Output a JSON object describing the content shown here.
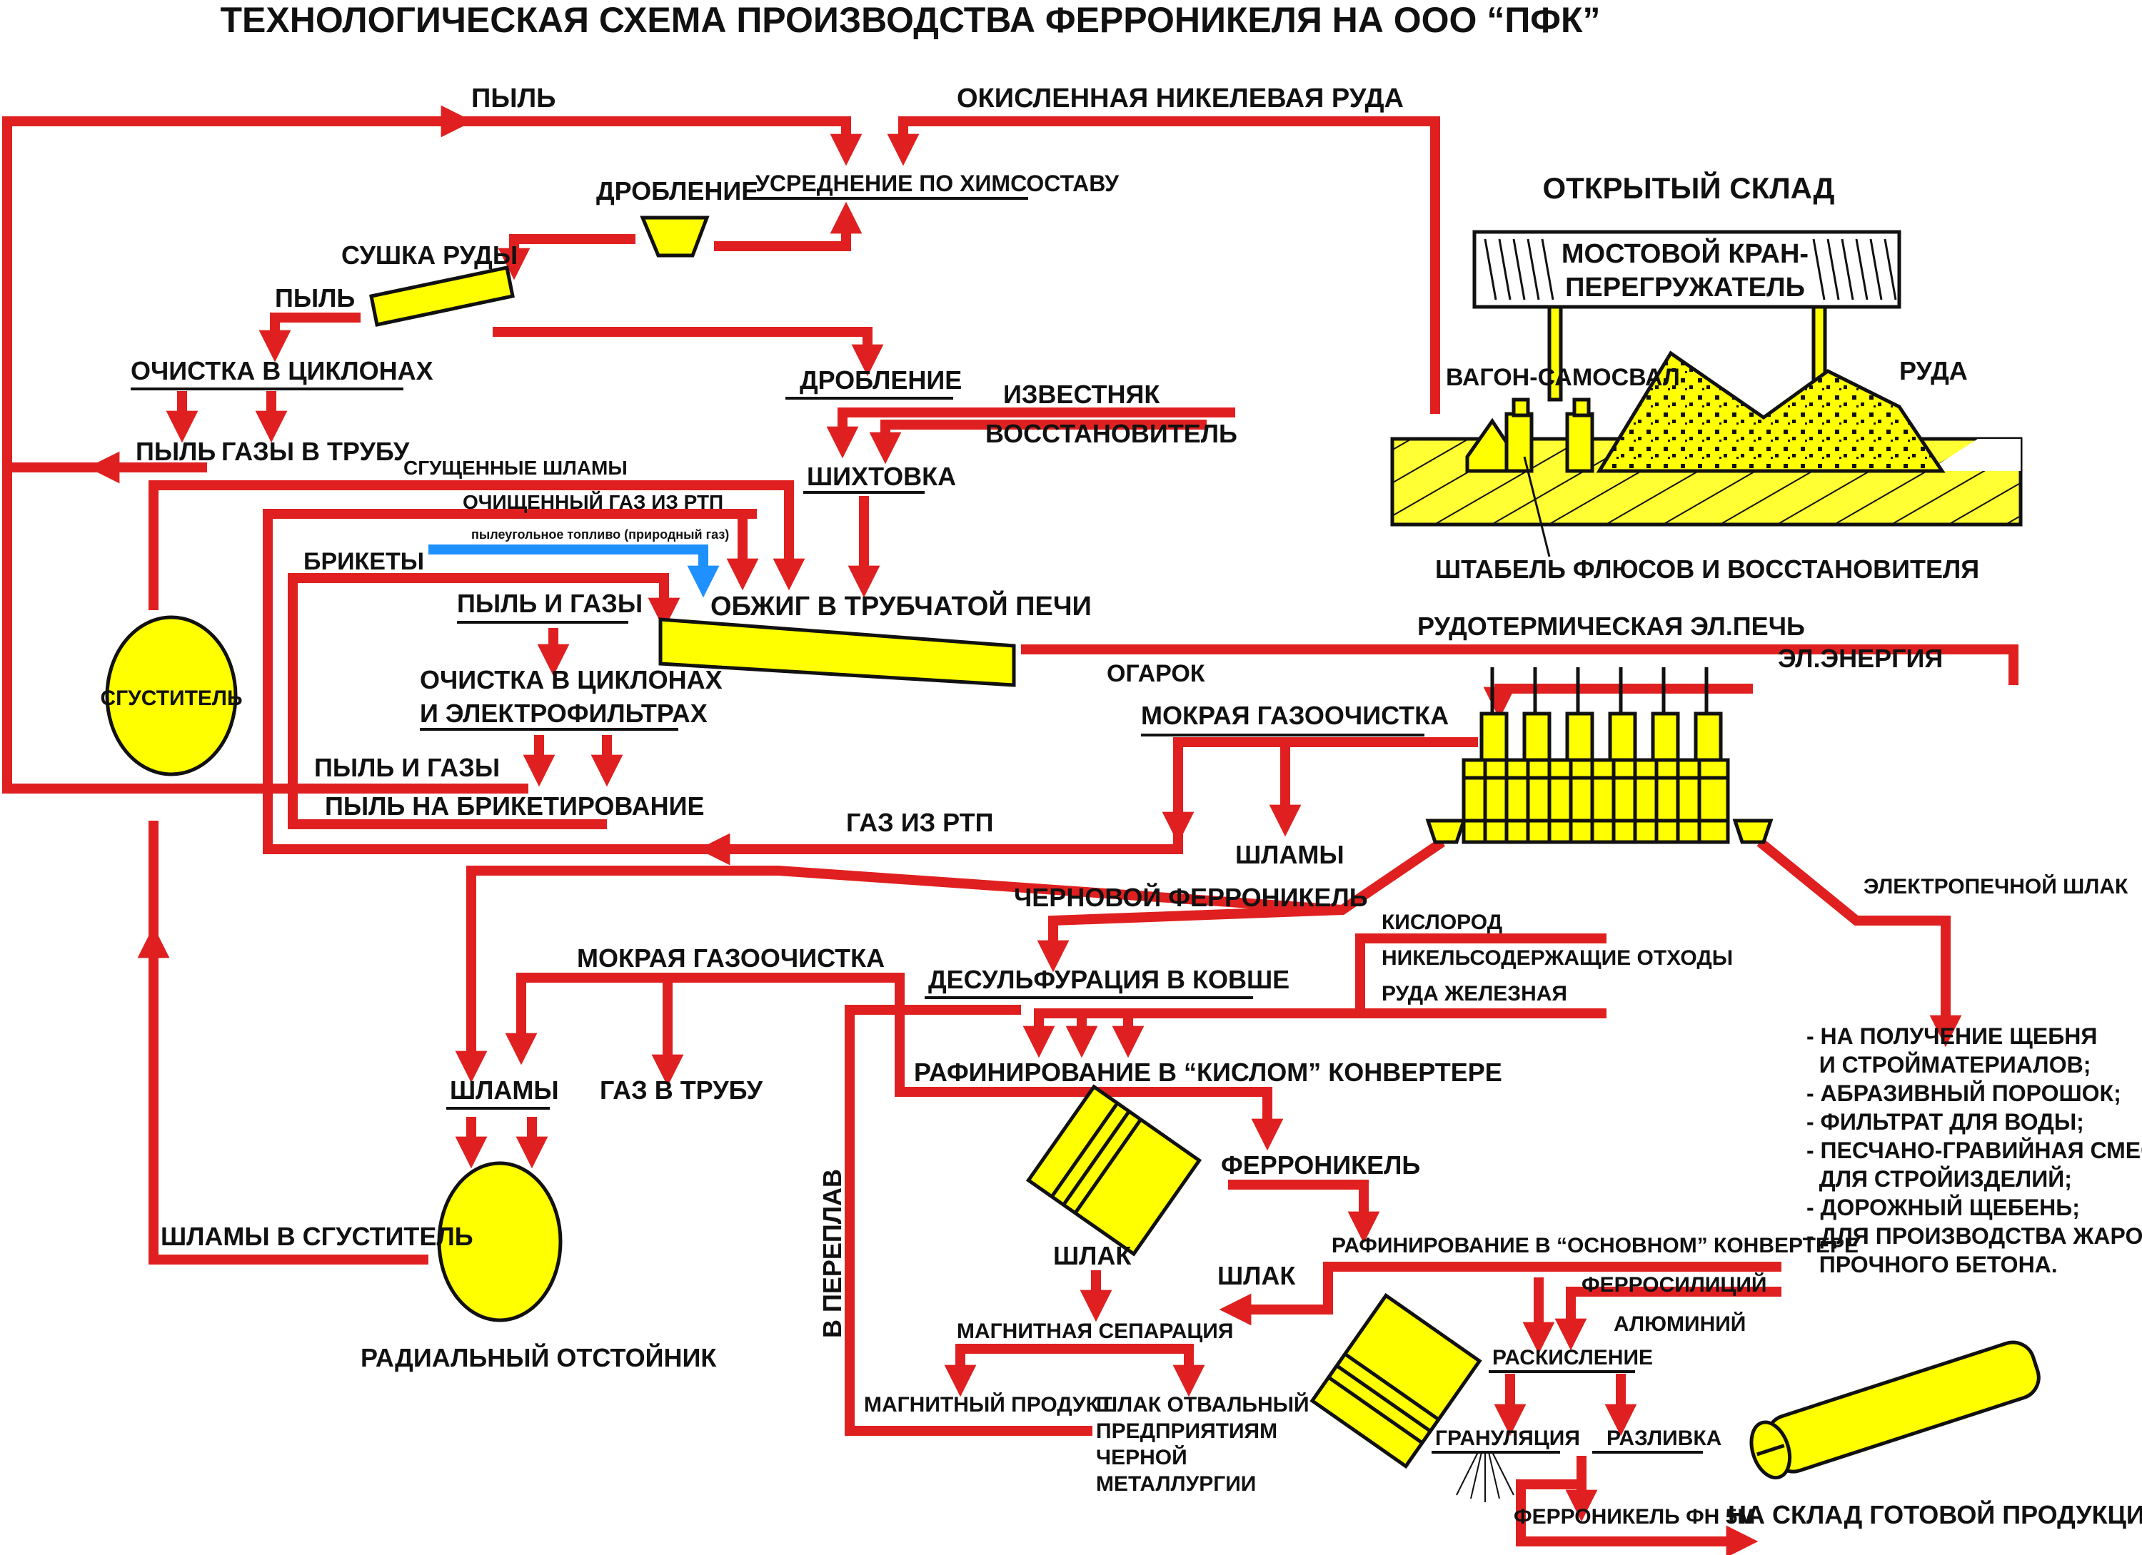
{
  "title": "ТЕХНОЛОГИЧЕСКАЯ СХЕМА ПРОИЗВОДСТВА ФЕРРОНИКЕЛЯ НА ООО “ПФК”",
  "colors": {
    "flow": "#e02020",
    "fuel": "#1e90ff",
    "equipment": "#ffff00",
    "outline": "#111111",
    "ground": "#ffff33"
  },
  "labels": {
    "dust_top": "ПЫЛЬ",
    "oxidized_ore": "ОКИСЛЕННАЯ НИКЕЛЕВАЯ РУДА",
    "crushing_1": "ДРОБЛЕНИЕ",
    "averaging": "УСРЕДНЕНИЕ ПО ХИМСОСТАВУ",
    "ore_drying": "СУШКА РУДЫ",
    "dust_2": "ПЫЛЬ",
    "cyclones": "ОЧИСТКА В ЦИКЛОНАХ",
    "dust_3": "ПЫЛЬ",
    "gases_pipe": "ГАЗЫ В ТРУБУ",
    "crushing_2": "ДРОБЛЕНИЕ",
    "limestone": "ИЗВЕСТНЯК",
    "reductant": "ВОССТАНОВИТЕЛЬ",
    "charging": "ШИХТОВКА",
    "thickened_slimes": "СГУЩЕННЫЕ ШЛАМЫ",
    "cleaned_gas": "ОЧИЩЕННЫЙ ГАЗ ИЗ РТП",
    "fuel": "пылеугольное топливо (природный газ)",
    "briquettes": "БРИКЕТЫ",
    "dust_gases_1": "ПЫЛЬ И ГАЗЫ",
    "kiln": "ОБЖИГ В ТРУБЧАТОЙ ПЕЧИ",
    "cyclones_ef_1": "ОЧИСТКА В ЦИКЛОНАХ",
    "cyclones_ef_2": "И ЭЛЕКТРОФИЛЬТРАХ",
    "dust_gases_2": "ПЫЛЬ И ГАЗЫ",
    "dust_briquetting": "ПЫЛЬ НА БРИКЕТИРОВАНИЕ",
    "thickener": "СГУСТИТЕЛЬ",
    "open_storage": "ОТКРЫТЫЙ СКЛАД",
    "crane_1": "МОСТОВОЙ КРАН-",
    "crane_2": "ПЕРЕГРУЖАТЕЛЬ",
    "dump_car": "ВАГОН-САМОСВАЛ",
    "ore": "РУДА",
    "stack": "ШТАБЕЛЬ ФЛЮСОВ И ВОССТАНОВИТЕЛЯ",
    "ore_furnace": "РУДОТЕРМИЧЕСКАЯ ЭЛ.ПЕЧЬ",
    "electricity": "ЭЛ.ЭНЕРГИЯ",
    "calcine": "ОГАРОК",
    "wet_cleaning_1": "МОКРАЯ ГАЗООЧИСТКА",
    "gas_from_furnace": "ГАЗ ИЗ РТП",
    "slimes_1": "ШЛАМЫ",
    "crude_ferronickel": "ЧЕРНОВОЙ ФЕРРОНИКЕЛЬ",
    "furnace_slag": "ЭЛЕКТРОПЕЧНОЙ ШЛАК",
    "oxygen": "КИСЛОРОД",
    "ni_waste": "НИКЕЛЬСОДЕРЖАЩИЕ ОТХОДЫ",
    "iron_ore": "РУДА ЖЕЛЕЗНАЯ",
    "wet_cleaning_2": "МОКРАЯ ГАЗООЧИСТКА",
    "desulfurization": "ДЕСУЛЬФУРАЦИЯ В КОВШЕ",
    "slimes_2": "ШЛАМЫ",
    "gas_pipe_2": "ГАЗ В ТРУБУ",
    "acid_converter": "РАФИНИРОВАНИЕ В “КИСЛОМ” КОНВЕРТЕРЕ",
    "remelt": "В ПЕРЕПЛАВ",
    "ferronickel": "ФЕРРОНИКЕЛЬ",
    "slag_1": "ШЛАК",
    "basic_converter": "РАФИНИРОВАНИЕ В “ОСНОВНОМ” КОНВЕРТЕРЕ",
    "slag_2": "ШЛАК",
    "slimes_thickener": "ШЛАМЫ В СГУСТИТЕЛЬ",
    "radial_settler": "РАДИАЛЬНЫЙ ОТСТОЙНИК",
    "magnetic_separation": "МАГНИТНАЯ СЕПАРАЦИЯ",
    "magnetic_product": "МАГНИТНЫЙ ПРОДУКТ",
    "dump_slag_1": "ШЛАК ОТВАЛЬНЫЙ",
    "dump_slag_2": "ПРЕДПРИЯТИЯМ",
    "dump_slag_3": "ЧЕРНОЙ",
    "dump_slag_4": "МЕТАЛЛУРГИИ",
    "ferrosilicon": "ФЕРРОСИЛИЦИЙ",
    "aluminium": "АЛЮМИНИЙ",
    "deoxidation": "РАСКИСЛЕНИЕ",
    "granulation": "ГРАНУЛЯЦИЯ",
    "casting": "РАЗЛИВКА",
    "fn5m": "ФЕРРОНИКЕЛЬ ФН 5М",
    "finished_storage": "НА СКЛАД ГОТОВОЙ ПРОДУКЦИИ"
  },
  "slag_uses": [
    "- НА ПОЛУЧЕНИЕ ЩЕБНЯ",
    "  И СТРОЙМАТЕРИАЛОВ;",
    "- АБРАЗИВНЫЙ ПОРОШОК;",
    "- ФИЛЬТРАТ ДЛЯ ВОДЫ;",
    "- ПЕСЧАНО-ГРАВИЙНАЯ СМЕСЬ",
    "  ДЛЯ СТРОЙИЗДЕЛИЙ;",
    "- ДОРОЖНЫЙ ЩЕБЕНЬ;",
    "- ДЛЯ ПРОИЗВОДСТВА ЖАРО-",
    "  ПРОЧНОГО БЕТОНА."
  ]
}
